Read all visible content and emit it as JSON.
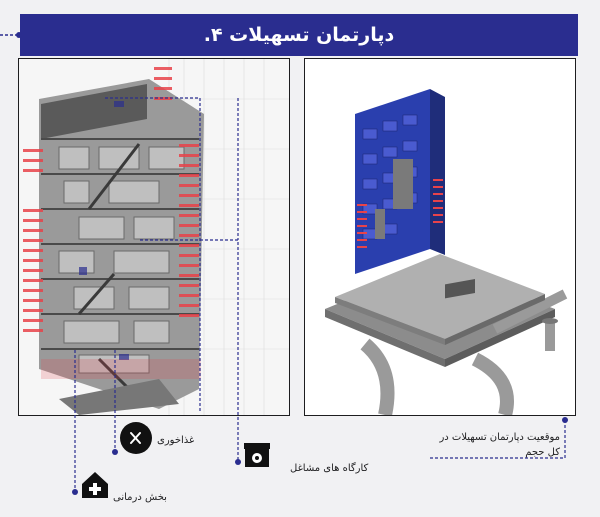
{
  "header": {
    "title": "دپارتمان تسهیلات ۴."
  },
  "labels": {
    "food": "غذاخوری",
    "workshops": "کارگاه های مشاغل",
    "medical": "بخش درمانی",
    "location_line1": "موقعیت دپارتمان تسهیلات در",
    "location_line2": "کل حجم"
  },
  "colors": {
    "accent": "#2a2d8f",
    "highlight": "#e8434a"
  },
  "icons": {
    "food": "fork-knife-icon",
    "workshops": "shop-gear-icon",
    "medical": "medical-house-icon"
  }
}
